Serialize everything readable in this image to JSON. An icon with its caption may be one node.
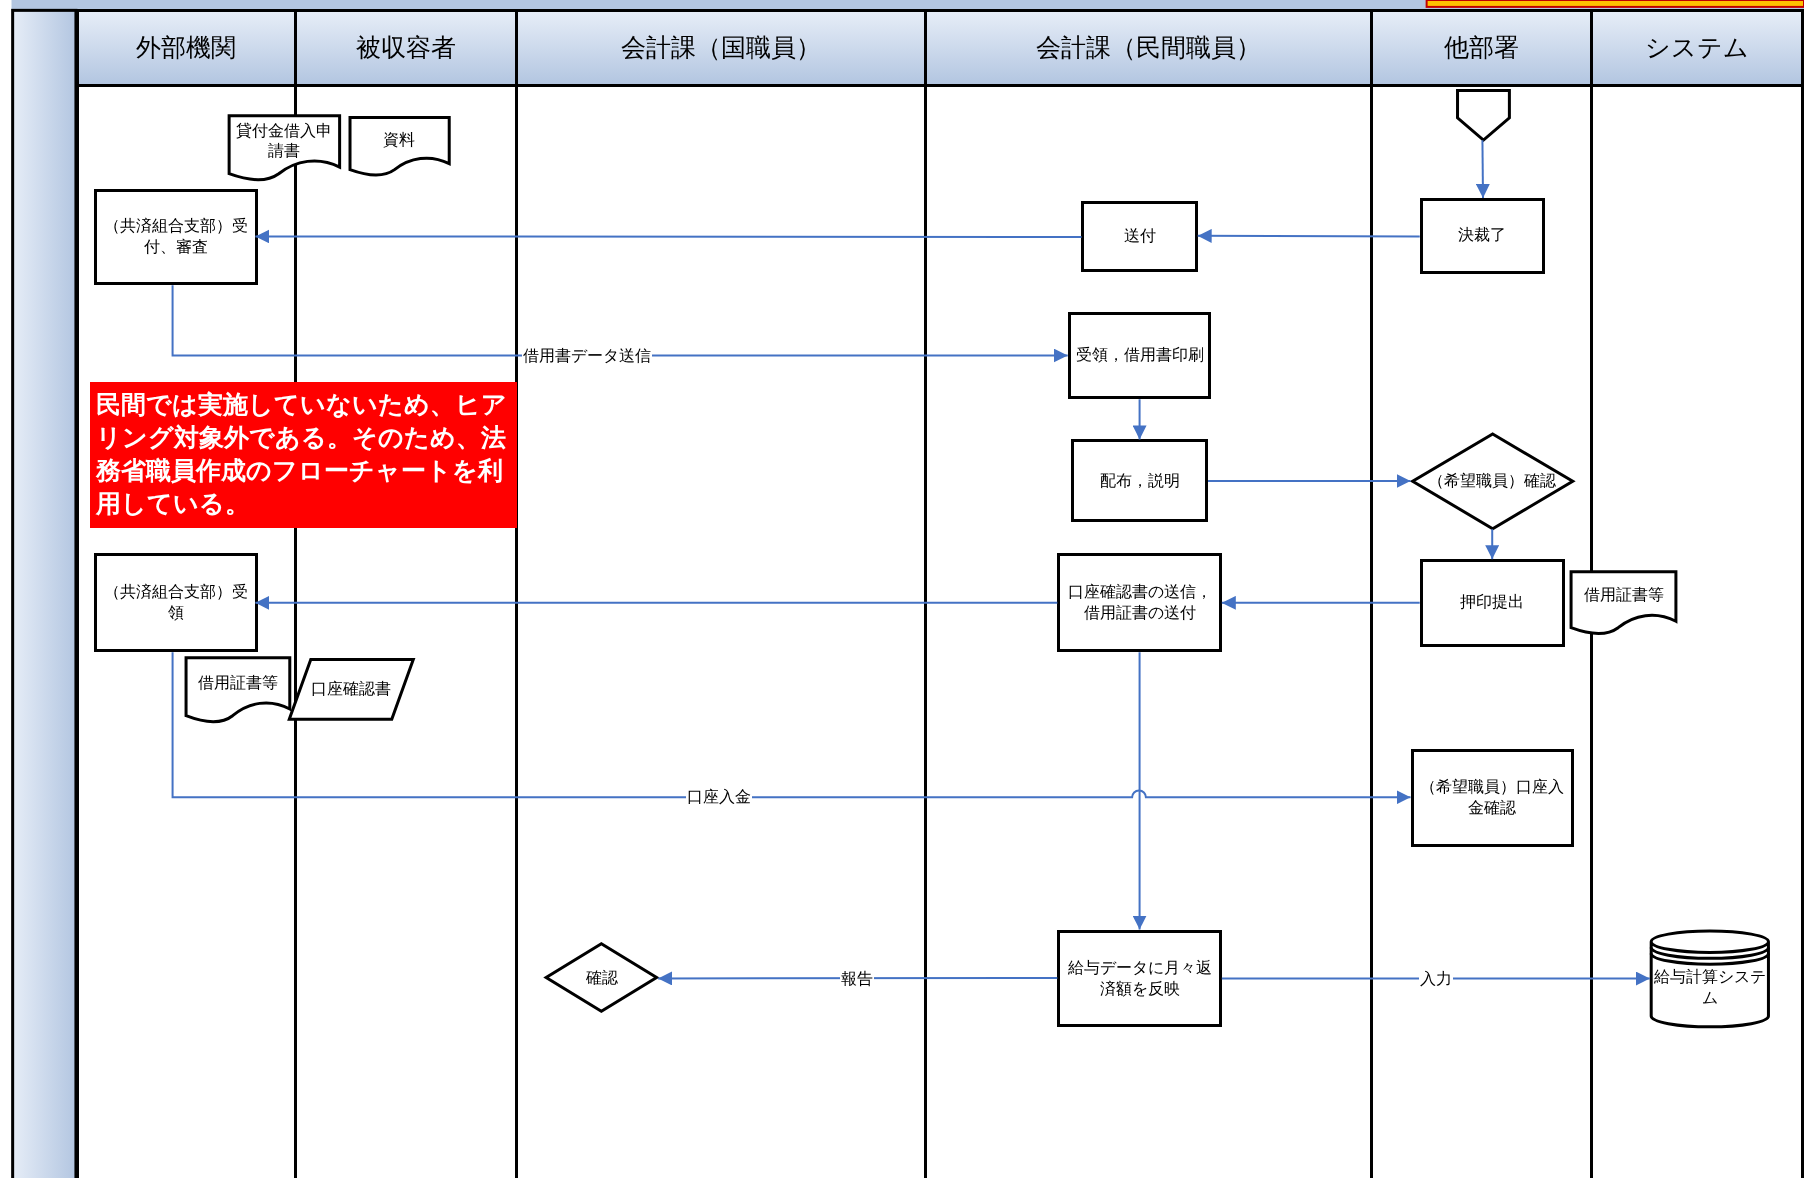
{
  "diagram": {
    "nodes": [
      {
        "text": [
          "外部機関"
        ]
      },
      {
        "text": [
          "被収容者"
        ]
      },
      {
        "text": [
          "会計課（国職員）"
        ]
      },
      {
        "text": [
          "会計課（民間職員）"
        ]
      },
      {
        "text": [
          "他部署"
        ]
      },
      {
        "text": [
          "システム"
        ]
      },
      {
        "text": [
          "貸付金借入申請書"
        ]
      },
      {
        "text": [
          "資料"
        ],
        "in": 1
      },
      {
        "text": [],
        "shape": "pentagon",
        "in": 4
      },
      {
        "text": [
          "（共済組合支部）受付、審査"
        ],
        "in": 0
      },
      {
        "text": [
          "送付"
        ],
        "in": 3
      },
      {
        "text": [
          "決裁了"
        ],
        "in": 4
      },
      {
        "text": [
          "受領，借用書印刷"
        ],
        "in": 3
      },
      {
        "text": [
          "民間では実施していないため、ヒアリング対象外である。そのため、法務省職員作成のフローチャートを利用している。"
        ]
      },
      {
        "text": [
          "配布，説明"
        ],
        "in": 3
      },
      {
        "text": [
          "（希望職員）確認"
        ],
        "in": 4
      },
      {
        "text": [
          "（共済組合支部）受領"
        ],
        "in": 0
      },
      {
        "text": [
          "口座確認書の送信，借用証書の送付"
        ],
        "in": 3
      },
      {
        "text": [
          "押印提出"
        ],
        "in": 4
      },
      {
        "text": [
          "借用証書等"
        ]
      },
      {
        "text": [
          "借用証書等"
        ],
        "in": 0
      },
      {
        "text": [
          "口座確認書"
        ],
        "in": 1
      },
      {
        "text": [
          "（希望職員）口座入金確認"
        ],
        "in": 4
      },
      {
        "text": [
          "確認"
        ],
        "in": 2
      },
      {
        "text": [
          "給与データに月々返済額を反映"
        ],
        "in": 3
      },
      {
        "text": [
          "給与計算システム"
        ],
        "in": 5
      }
    ],
    "edges": [
      {
        "from": 8,
        "to": 11,
        "arrow": "to"
      },
      {
        "from": 11,
        "to": 10,
        "arrow": "to"
      },
      {
        "from": 10,
        "to": 9,
        "arrow": "to"
      },
      {
        "from": 9,
        "to": 12,
        "arrow": "to",
        "label": "借用書データ送信"
      },
      {
        "from": 12,
        "to": 14,
        "arrow": "to"
      },
      {
        "from": 14,
        "to": 15,
        "arrow": "to"
      },
      {
        "from": 15,
        "to": 18,
        "arrow": "to"
      },
      {
        "from": 18,
        "to": 17,
        "arrow": "to"
      },
      {
        "from": 17,
        "to": 16,
        "arrow": "to"
      },
      {
        "from": 16,
        "to": 22,
        "arrow": "to",
        "label": "口座入金"
      },
      {
        "from": 17,
        "to": 24,
        "arrow": "to"
      },
      {
        "from": 24,
        "to": 23,
        "arrow": "to",
        "label": "報告"
      },
      {
        "from": 24,
        "to": 25,
        "arrow": "to",
        "label": "入力"
      }
    ]
  }
}
